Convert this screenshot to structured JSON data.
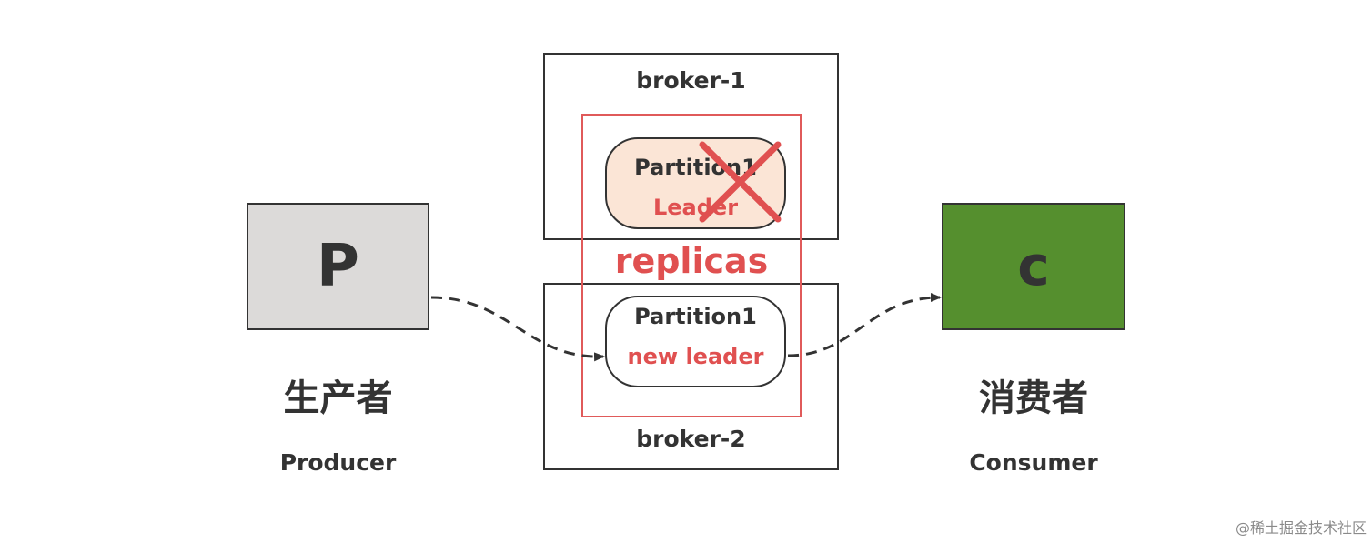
{
  "producer": {
    "box_letter": "P",
    "cn_label": "生产者",
    "en_label": "Producer",
    "fill_color": "#dcdad9"
  },
  "consumer": {
    "box_letter": "c",
    "cn_label": "消费者",
    "en_label": "Consumer",
    "fill_color": "#558f2e"
  },
  "brokers": [
    {
      "label": "broker-1"
    },
    {
      "label": "broker-2"
    }
  ],
  "replicas": {
    "label": "replicas",
    "color": "#e05050"
  },
  "partitions": {
    "failed": {
      "name": "Partition1",
      "role": "Leader",
      "fill_color": "#fbe5d6",
      "status_icon": "cross-mark-icon"
    },
    "promoted": {
      "name": "Partition1",
      "role": "new leader",
      "fill_color": "#ffffff"
    }
  },
  "watermark": "@稀土掘金技术社区"
}
